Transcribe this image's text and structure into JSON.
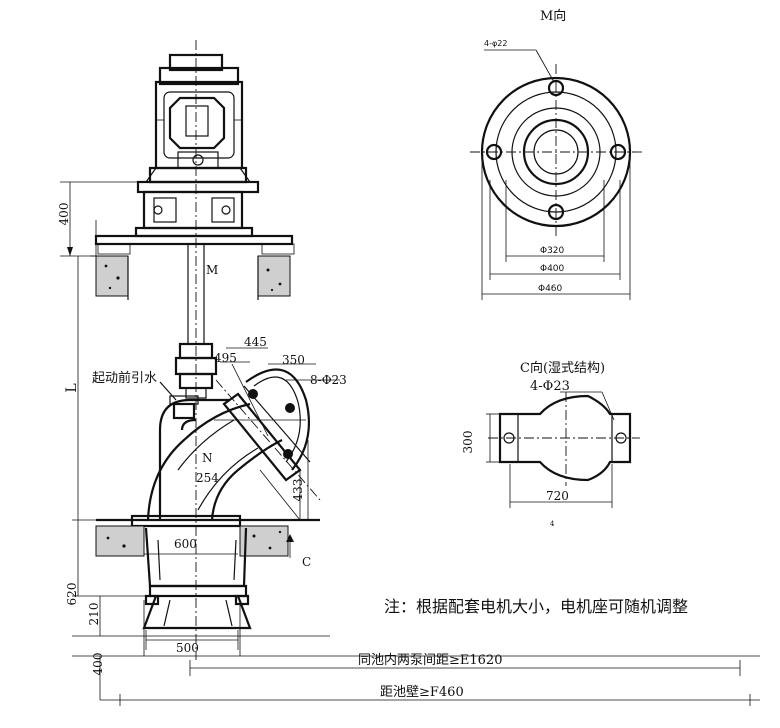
{
  "views": {
    "m_view": {
      "title": "M向",
      "hole_callout": "4-φ22",
      "dia_inner": "Φ320",
      "dia_mid": "Φ400",
      "dia_outer": "Φ460"
    },
    "c_view": {
      "title": "C向(湿式结构)",
      "hole_callout": "4-Φ23",
      "height": "300",
      "width": "720"
    }
  },
  "elevation": {
    "dim_top_400": "400",
    "dim_L": "L",
    "dim_620": "620",
    "dim_210": "210",
    "dim_bottom_400": "400",
    "label_M": "M",
    "label_N": "N",
    "label_C": "C",
    "priming_label": "起动前引水",
    "dim_445": "445",
    "dim_495": "495",
    "dim_350": "350",
    "flange_callout": "8-Φ23",
    "dim_254": "254",
    "dim_433": "433",
    "dim_600": "600",
    "dim_500": "500",
    "spacing_note": "同池内两泵间距≥E1620",
    "wall_note": "距池壁≥F460"
  },
  "note": "注：根据配套电机大小，电机座可随机调整",
  "page_mark": "4"
}
